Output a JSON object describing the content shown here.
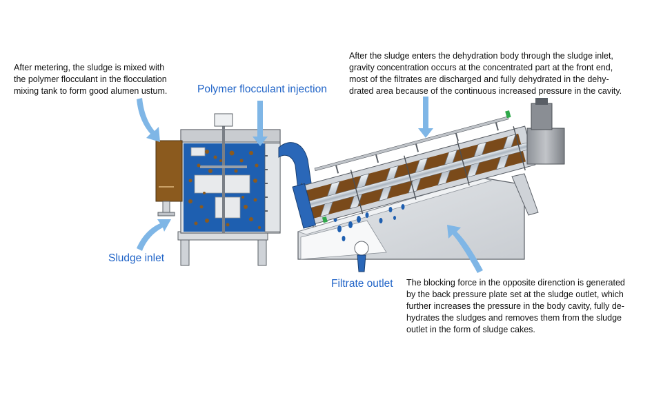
{
  "labels": {
    "polymer_injection": "Polymer flocculant injection",
    "sludge_inlet": "Sludge inlet",
    "filtrate_outlet": "Filtrate outlet"
  },
  "notes": {
    "mixing": [
      "After metering, the sludge is mixed with",
      "the polymer flocculant in the flocculation",
      "mixing tank to form good alumen ustum."
    ],
    "dehydration": [
      "After the sludge enters the dehydration body through the sludge inlet,",
      "gravity concentration occurs at the concentrated part at the front end,",
      "most of the filtrates are discharged and fully dehydrated in the dehy-",
      "drated area because of the continuous increased pressure in the cavity."
    ],
    "blocking": [
      "The blocking force in the opposite direnction is generated",
      "by the back pressure plate set at the sludge outlet, which",
      "further increases the pressure in the body cavity, fully de-",
      "hydrates the sludges and removes them from the sludge",
      "outlet in the form of sludge cakes."
    ]
  },
  "colors": {
    "label_blue": "#1f63c7",
    "arrow_blue": "#7fb6e6",
    "tank_blue": "#1e5fb0",
    "rust_brown": "#8b5a1e",
    "steel_grey": "#cfd3d8",
    "outline": "#5a5f66"
  }
}
